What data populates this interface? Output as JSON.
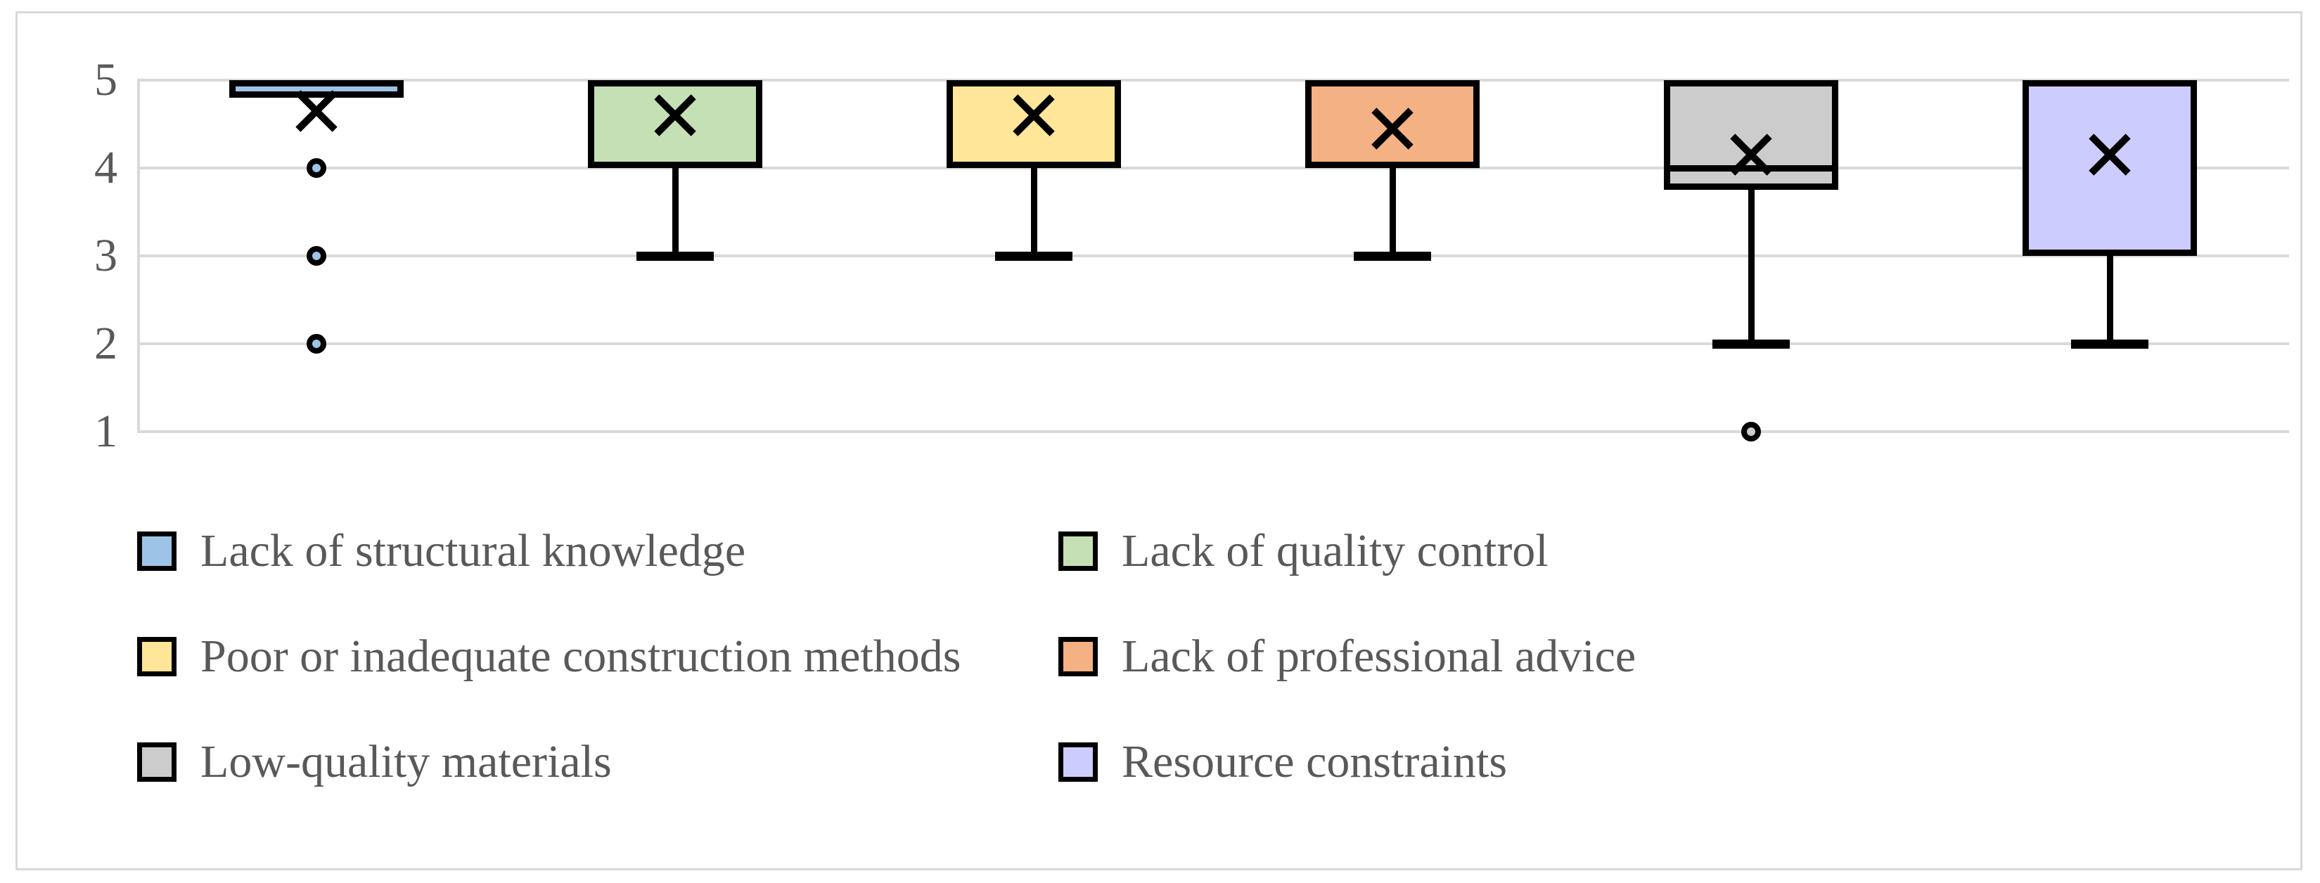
{
  "chart_data": {
    "type": "box",
    "title": "",
    "xlabel": "",
    "ylabel": "",
    "ylim": [
      1,
      5
    ],
    "yticks": [
      "5",
      "4",
      "3",
      "2",
      "1"
    ],
    "grid": true,
    "legend_position": "bottom",
    "legend_columns": 2,
    "categories": [
      "Lack of structural knowledge",
      "Lack of quality control",
      "Poor or inadequate construction methods",
      "Lack of professional advice",
      "Low-quality materials",
      "Resource constraints"
    ],
    "series": [
      {
        "name": "Lack of structural knowledge",
        "color": "#9DC3E6",
        "q1": 4.8,
        "median": 5,
        "q3": 5,
        "mean": 4.65,
        "whisker_low": 4.8,
        "whisker_high": 5,
        "outliers": [
          4,
          3,
          2
        ]
      },
      {
        "name": "Lack of quality control",
        "color": "#C5E0B4",
        "q1": 4,
        "median": 5,
        "q3": 5,
        "mean": 4.6,
        "whisker_low": 3,
        "whisker_high": 5,
        "outliers": []
      },
      {
        "name": "Poor or inadequate construction methods",
        "color": "#FFE699",
        "q1": 4,
        "median": 5,
        "q3": 5,
        "mean": 4.6,
        "whisker_low": 3,
        "whisker_high": 5,
        "outliers": []
      },
      {
        "name": "Lack of professional advice",
        "color": "#F4B183",
        "q1": 4,
        "median": 5,
        "q3": 5,
        "mean": 4.45,
        "whisker_low": 3,
        "whisker_high": 5,
        "outliers": []
      },
      {
        "name": "Low-quality materials",
        "color": "#CCCCCC",
        "q1": 3.75,
        "median": 4,
        "q3": 5,
        "mean": 4.15,
        "whisker_low": 2,
        "whisker_high": 5,
        "outliers": [
          1
        ]
      },
      {
        "name": "Resource constraints",
        "color": "#CCCCFF",
        "q1": 3,
        "median": 5,
        "q3": 5,
        "mean": 4.15,
        "whisker_low": 2,
        "whisker_high": 5,
        "outliers": []
      }
    ]
  },
  "axis": {
    "ticks": [
      {
        "label": "5",
        "value": 5
      },
      {
        "label": "4",
        "value": 4
      },
      {
        "label": "3",
        "value": 3
      },
      {
        "label": "2",
        "value": 2
      },
      {
        "label": "1",
        "value": 1
      }
    ]
  },
  "legend": {
    "rows": [
      [
        {
          "label": "Lack of structural knowledge",
          "color": "#9DC3E6"
        },
        {
          "label": "Lack of quality control",
          "color": "#C5E0B4"
        }
      ],
      [
        {
          "label": "Poor or inadequate construction methods",
          "color": "#FFE699"
        },
        {
          "label": "Lack of professional advice",
          "color": "#F4B183"
        }
      ],
      [
        {
          "label": "Low-quality materials",
          "color": "#CCCCCC"
        },
        {
          "label": "Resource constraints",
          "color": "#CCCCFF"
        }
      ]
    ]
  }
}
